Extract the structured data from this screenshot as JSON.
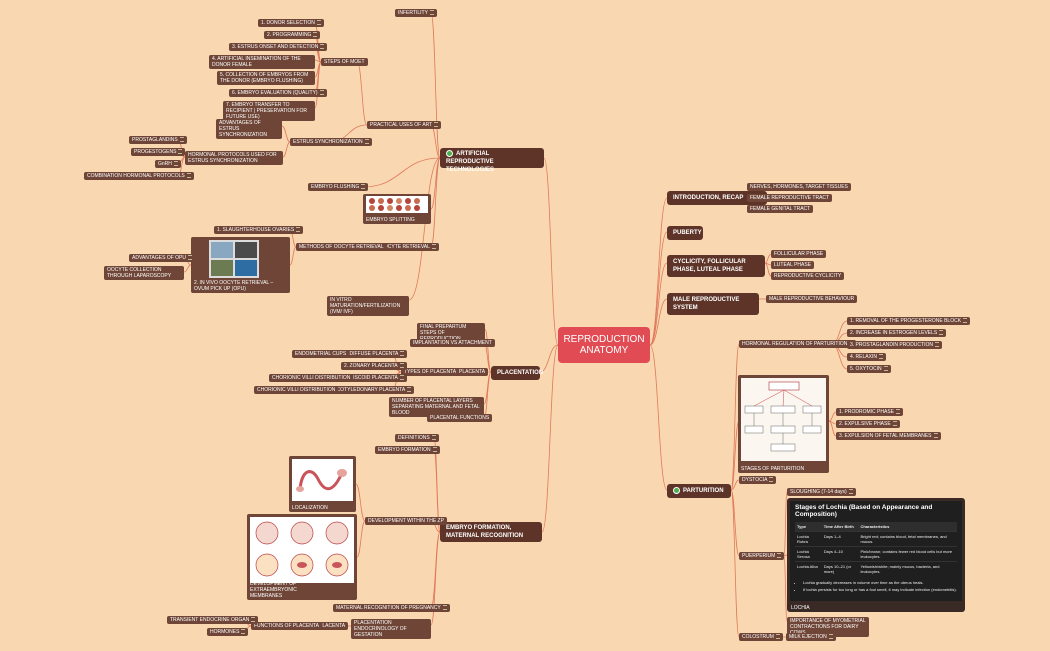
{
  "root": {
    "label": "REPRODUCTION ANATOMY"
  },
  "right": {
    "intro": {
      "label": "INTRODUCTION, RECAP",
      "children": [
        "NERVES, HORMONES, TARGET TISSUES",
        "FEMALE REPRODUCTIVE TRACT",
        "FEMALE GENITAL TRACT"
      ]
    },
    "puberty": {
      "label": "PUBERTY"
    },
    "cyclicity": {
      "label": "CYCLICITY, FOLLICULAR PHASE, LUTEAL PHASE",
      "children": [
        "FOLLICULAR PHASE",
        "LUTEAL PHASE",
        "REPRODUCTIVE CYCLICITY"
      ]
    },
    "male": {
      "label": "MALE REPRODUCTIVE SYSTEM",
      "child": "MALE REPRODUCTIVE BEHAVIOUR"
    },
    "parturition": {
      "label": "PARTURITION",
      "hormonal": {
        "label": "HORMONAL REGULATION OF PARTURITION",
        "children": [
          "1. REMOVAL OF THE PROGESTERONE BLOCK",
          "2. INCREASE IN ESTROGEN LEVELS",
          "3. PROSTAGLANDIN PRODUCTION",
          "4. RELAXIN",
          "5. OXYTOCIN"
        ]
      },
      "stages": {
        "label": "STAGES OF PARTURITION",
        "children": [
          "1. PRODROMIC PHASE",
          "2. EXPULSIVE PHASE",
          "3. EXPULSION OF FETAL MEMBRANES"
        ]
      },
      "dystocia": "DYSTOCIA",
      "puerperium": {
        "label": "PUERPERIUM",
        "sloughing": "SLOUGHING (7-14 days)",
        "lochia": {
          "title": "Stages of Lochia (Based on Appearance and Composition)",
          "headers": [
            "Type",
            "Time After Birth",
            "Characteristics"
          ],
          "rows": [
            [
              "Lochia Rubra",
              "Days 1–4",
              "Bright red; contains blood, fetal membranes, and mucus."
            ],
            [
              "Lochia Serosa",
              "Days 4–10",
              "Pink/brown; contains fewer red blood cells but more leukocytes."
            ],
            [
              "Lochia Alba",
              "Days 10–21 (or more)",
              "Yellowish/white; mainly mucus, bacteria, and leukocytes."
            ]
          ],
          "bullets": [
            "Lochia gradually decreases in volume over time as the uterus heals.",
            "If lochia persists for too long or has a foul smell, it may indicate infection (endometritis)."
          ],
          "label": "LOCHIA"
        },
        "myometrial": "IMPORTANCE OF MYOMETRIAL CONTRACTIONS FOR DAIRY COWS"
      },
      "colostrum": {
        "label": "COLOSTRUM",
        "child": "MILK EJECTION"
      }
    }
  },
  "left": {
    "art": {
      "label": "ARTIFICIAL REPRODUCTIVE TECHNOLOGIES",
      "infertility": "INFERTILITY",
      "practical": "PRACTICAL USES OF ART",
      "steps": {
        "label": "STEPS OF MOET",
        "children": [
          "1. DONOR SELECTION",
          "2. PROGRAMMING",
          "3. ESTRUS ONSET AND DETECTION",
          "4. ARTIFICIAL INSEMINATION OF THE DONOR FEMALE",
          "5. COLLECTION OF EMBRYOS FROM THE DONOR (EMBRYO FLUSHING)",
          "6. EMBRYO EVALUATION (QUALITY)",
          "7. EMBRYO TRANSFER TO RECIPIENT | PRESERVATION FOR FUTURE USE)"
        ]
      },
      "estrus": {
        "label": "ESTRUS SYNCHRONIZATION",
        "advantages": "ADVANTAGES OF ESTRUS SYNCHRONIZATION",
        "hormonal": "HORMONAL PROTOCOLS USED FOR ESTRUS SYNCHRONIZATION",
        "protocols": [
          "PROSTAGLANDINS",
          "PROGESTOGENS",
          "GnRH",
          "COMBINATION HORMONAL PROTOCOLS"
        ]
      },
      "flushing": "EMBRYO FLUSHING",
      "splitting": "EMBRYO SPLITTING",
      "oocyte": {
        "label": "OOCYTE RETRIEVAL",
        "methods": "METHODS OF OOCYTE RETRIEVAL",
        "slaughter": "1. SLAUGHTERHOUSE OVARIES",
        "opu": "2. IN VIVO OOCYTE RETRIEVAL – OVUM PICK UP (OPU)",
        "adv": "ADVANTAGES OF OPU",
        "lap": "OOCYTE COLLECTION THROUGH LAPAROSCOPY"
      },
      "ivm": "IN VITRO MATURATION/FERTILIZATION (IVM/ IVF)"
    },
    "placentation": {
      "label": "PLACENTATION",
      "final": "FINAL PREPARTUM STEPS OF REPRODUCTION",
      "implantation": "IMPLANTATION VS ATTACHMENT",
      "placenta": "PLACENTA",
      "types": "TYPES OF PLACENTA",
      "typeList": [
        "1. DIFFUSE PLACENTA",
        "2. ZONARY PLACENTA",
        "3. DISCOID PLACENTA",
        "4. COTYLEDONARY PLACENTA"
      ],
      "endometrial": "ENDOMETRIAL CUPS",
      "chorionic1": "CHORIONIC VILLI DISTRIBUTION",
      "chorionic2": "CHORIONIC VILLI DISTRIBUTION",
      "layers": "NUMBER OF PLACENTAL LAYERS SEPARATING MATERNAL AND FETAL BLOOD",
      "functions": "PLACENTAL FUNCTIONS"
    },
    "embryo": {
      "label": "EMBRYO FORMATION, MATERNAL RECOGNITION",
      "definitions": "DEFINITIONS",
      "formation": "EMBRYO FORMATION",
      "localization": "LOCALIZATION",
      "development": "DEVELOPMENT WITHIN THE ZP",
      "extraembryonic": "DEVELOPMENT OF EXTRAEMBRYONIC MEMBRANES",
      "maternal": "MATERNAL RECOGNITION OF PREGNANCY",
      "endocrinology": "PLACENTATION ENDOCRINOLOGY OF GESTATION",
      "placenta": "PLACENTA",
      "functions": "FUNCTIONS OF PLACENTA",
      "transient": "TRANSIENT ENDOCRINE ORGAN",
      "hormones": "HORMONES"
    }
  },
  "colors": {
    "background": "#f9d8b1",
    "root": "#e14b53",
    "node": "#6e4536",
    "branch": "#5e3428",
    "link": "#e0785a",
    "check": "#4caf50"
  }
}
